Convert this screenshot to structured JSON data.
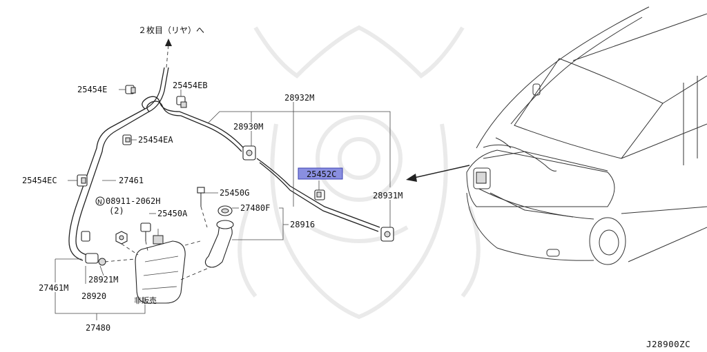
{
  "direction_note": "２枚目（リヤ）へ",
  "not_for_sale": "非販売",
  "diagram_ref": "J28900ZC",
  "highlight_color": "#8a8fe0",
  "parts": {
    "p25454e": "25454E",
    "p25454eb": "25454EB",
    "p25454ea": "25454EA",
    "p25454ec": "25454EC",
    "p27461": "27461",
    "p08911": "08911-2062H",
    "p08911_qty": "(2)",
    "p25450a": "25450A",
    "p25450g": "25450G",
    "p27480f": "27480F",
    "p28916": "28916",
    "p28932m": "28932M",
    "p28930m": "28930M",
    "p25452c": "25452C",
    "p28931m": "28931M",
    "p27461m": "27461M",
    "p28921m": "28921M",
    "p28920": "28920",
    "p27480": "27480"
  }
}
